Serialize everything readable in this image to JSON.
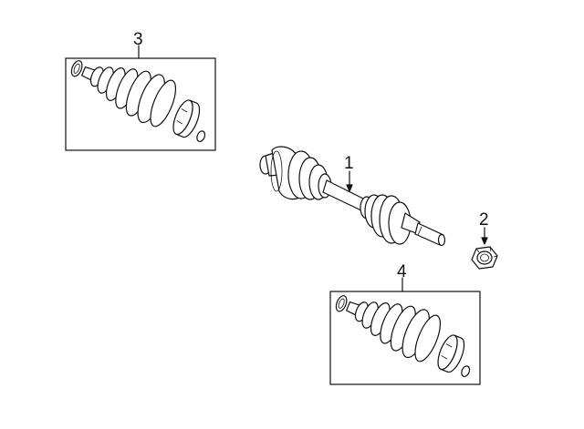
{
  "callouts": {
    "part1": "1",
    "part2": "2",
    "part3": "3",
    "part4": "4"
  },
  "colors": {
    "ink": "#111111",
    "background": "#ffffff"
  }
}
